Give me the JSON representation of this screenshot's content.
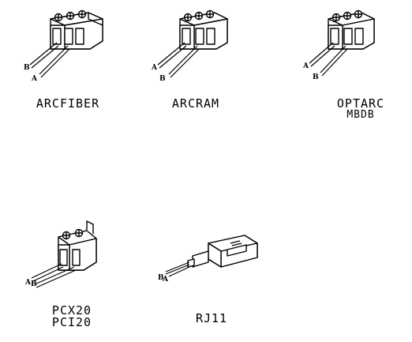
{
  "diagram": {
    "connectors": [
      {
        "id": "arcfiber",
        "name_lines": [
          "ARCFIBER"
        ],
        "pins": [
          "B",
          "A"
        ]
      },
      {
        "id": "arcram",
        "name_lines": [
          "ARCRAM"
        ],
        "pins": [
          "A",
          "B"
        ]
      },
      {
        "id": "optarc",
        "name_lines": [
          "OPTARC",
          "MBDB"
        ],
        "pins": [
          "A",
          "B"
        ]
      },
      {
        "id": "pcx20",
        "name_lines": [
          "PCX20",
          "PCI20"
        ],
        "pins": [
          "A",
          "B"
        ]
      },
      {
        "id": "rj11",
        "name_lines": [
          "RJ11"
        ],
        "pins": [
          "B",
          "A"
        ]
      }
    ]
  },
  "colors": {
    "line": "#000000",
    "background": "#ffffff"
  }
}
